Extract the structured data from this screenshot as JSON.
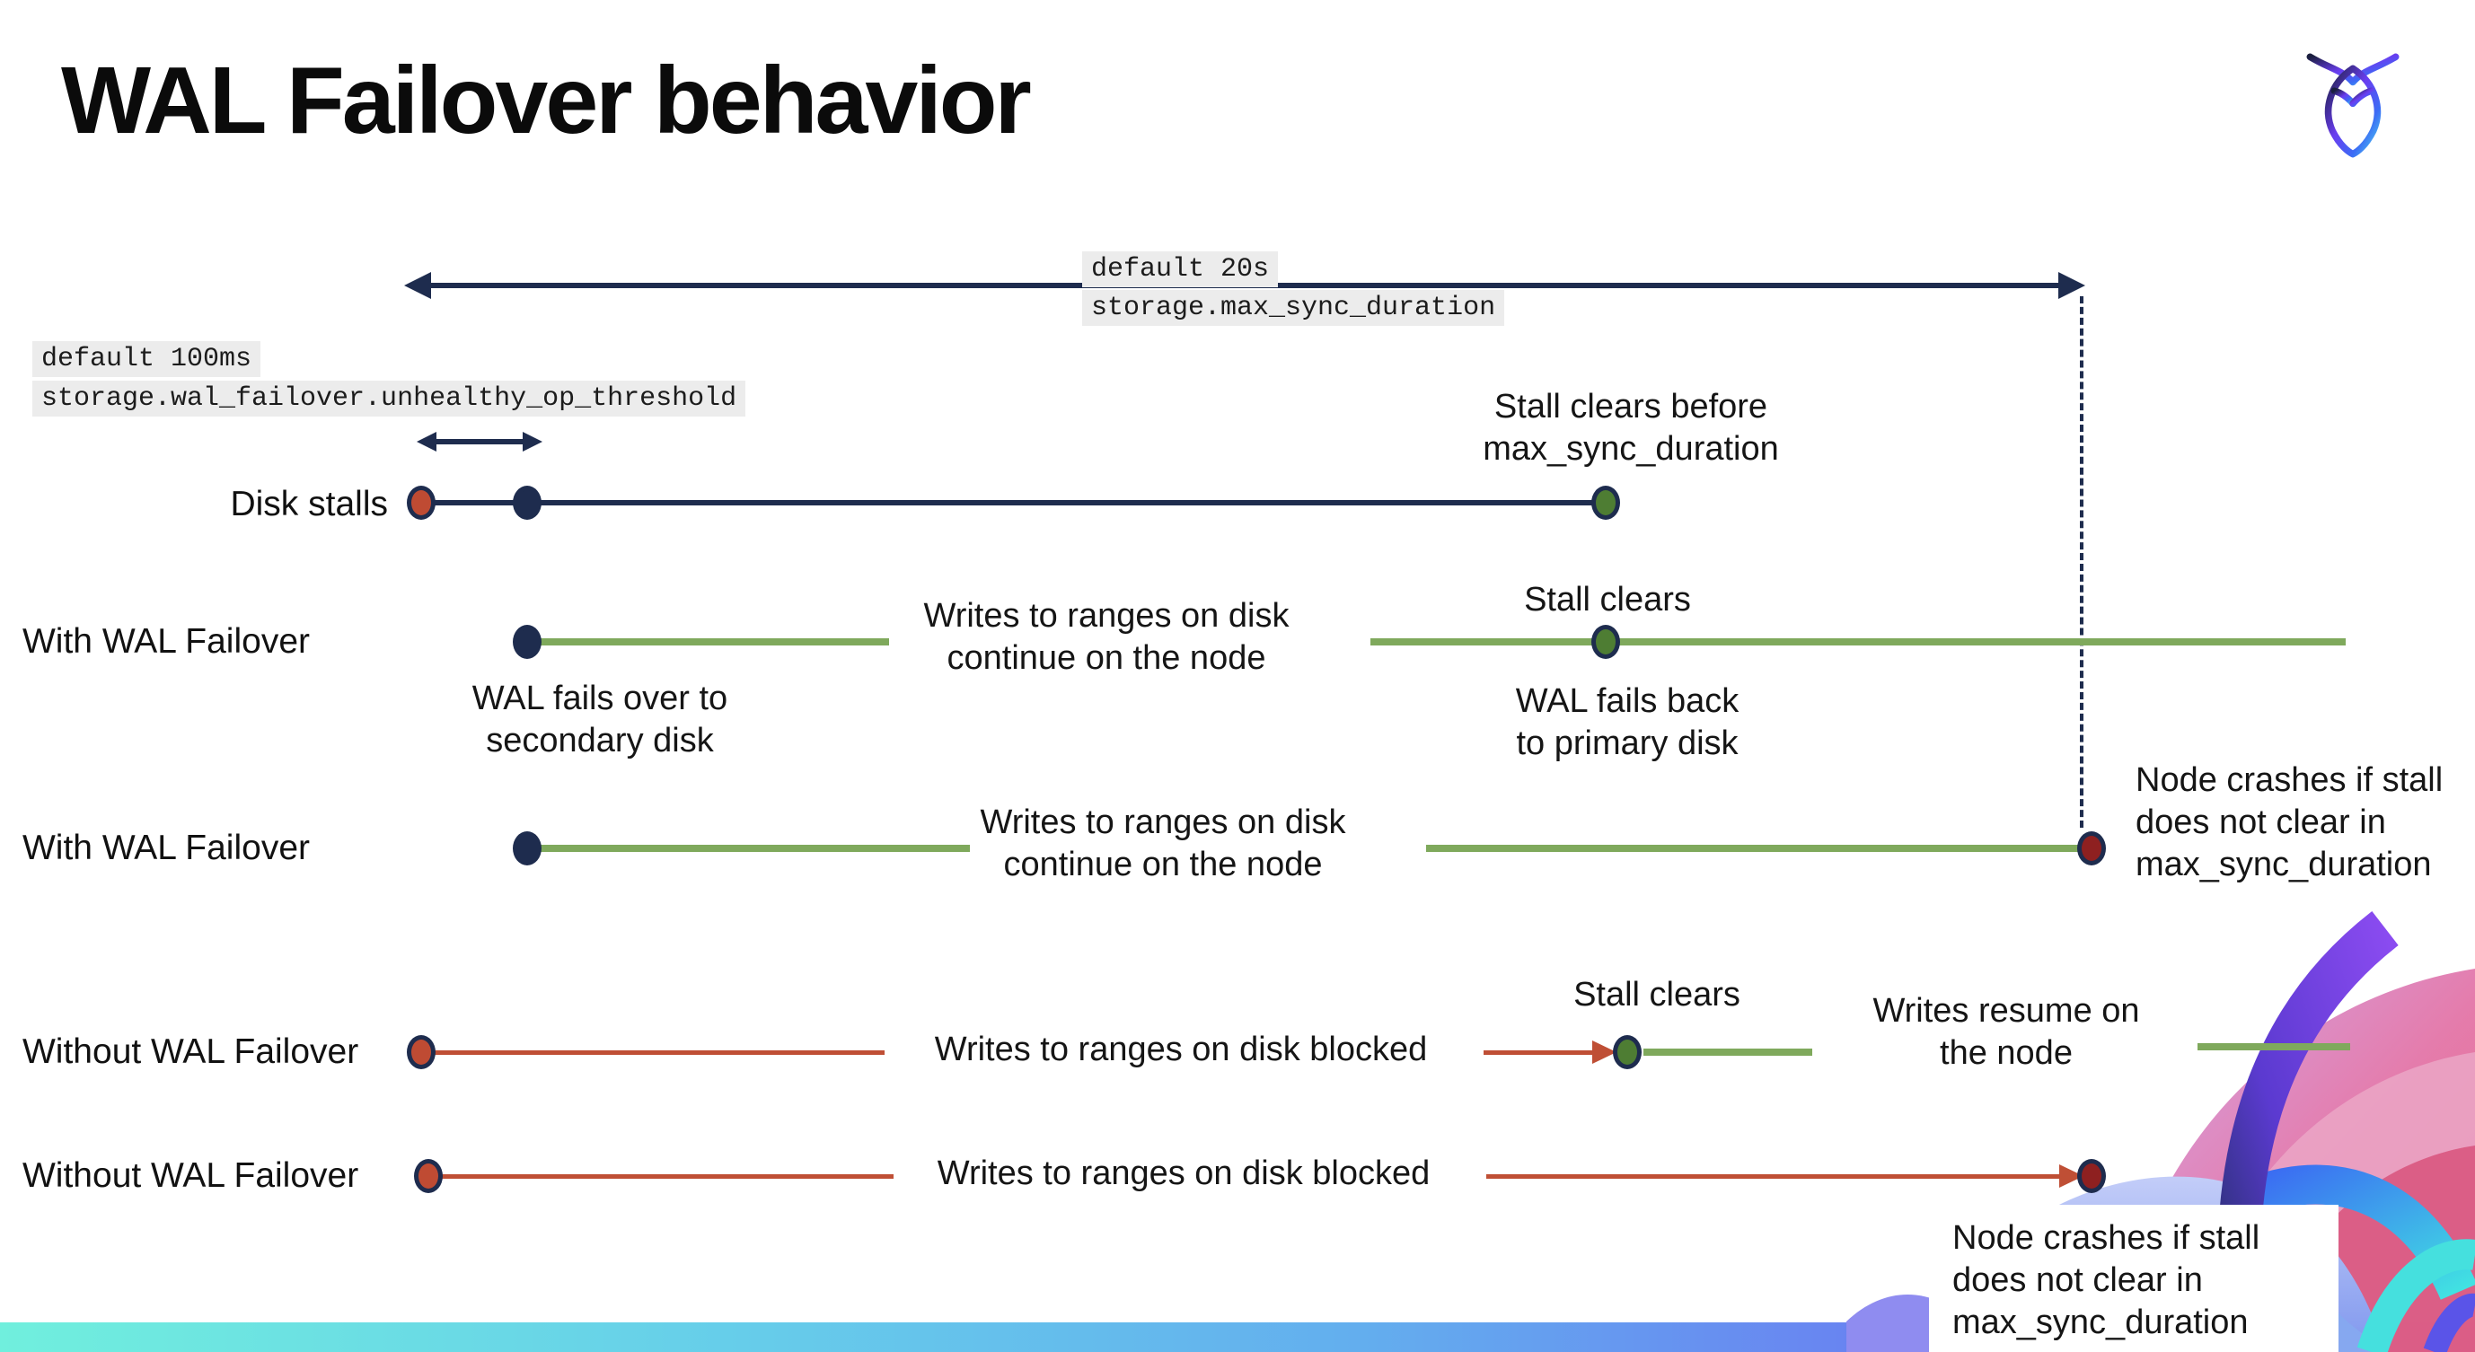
{
  "slide": {
    "title": "WAL Failover behavior"
  },
  "logo": {
    "name": "cockroachdb-roach-logo"
  },
  "settings": {
    "max_sync": {
      "default": "default 20s",
      "setting": "storage.max_sync_duration"
    },
    "unhealthy": {
      "default": "default 100ms",
      "setting": "storage.wal_failover.unhealthy_op_threshold"
    }
  },
  "rows": [
    {
      "label": "Disk stalls"
    },
    {
      "label": "With WAL Failover"
    },
    {
      "label": "With WAL Failover"
    },
    {
      "label": "Without WAL Failover"
    },
    {
      "label": "Without WAL Failover"
    }
  ],
  "annotations": {
    "stall_clears_before": "Stall clears before\nmax_sync_duration",
    "stall_clears": "Stall clears",
    "writes_continue": "Writes to ranges on disk\ncontinue on the node",
    "wal_fails_over": "WAL fails over to\nsecondary disk",
    "wal_fails_back": "WAL fails  back\nto primary disk",
    "node_crashes": "Node crashes if stall\ndoes not clear in\nmax_sync_duration",
    "writes_blocked": "Writes to ranges on disk  blocked",
    "writes_resume": "Writes resume on\nthe node"
  },
  "colors": {
    "navy": "#1e2c4e",
    "green_line": "#7fa95c",
    "green_dot": "#4e7d33",
    "red": "#bf4b33",
    "dark_red": "#8e2020",
    "label_highlight": "#ececec",
    "bar_gradient": [
      "#70efdd",
      "#63aeee",
      "#7a5bf0"
    ],
    "art_pink": "#e0649c",
    "art_purple": "#8a4bf0",
    "art_cyan": "#41e2e2"
  }
}
